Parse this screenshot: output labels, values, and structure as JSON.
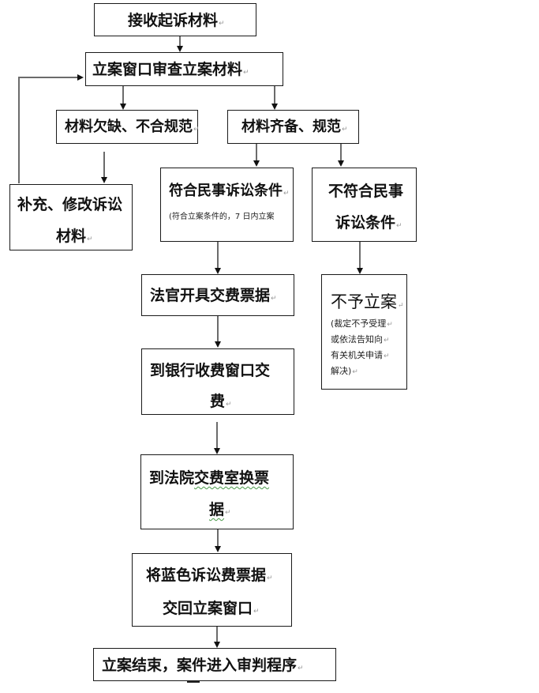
{
  "nodes": {
    "receive": {
      "text": "接收起诉材料"
    },
    "review": {
      "text": "立案窗口审查立案材料"
    },
    "incomplete": {
      "text": "材料欠缺、不合规范"
    },
    "complete": {
      "text": "材料齐备、规范"
    },
    "supplement": {
      "line1": "补充、修改诉讼",
      "line2": "材料"
    },
    "eligible": {
      "text": "符合民事诉讼条件",
      "note": "(符合立案条件的，7 日内立案"
    },
    "ineligible": {
      "line1": "不符合民事",
      "line2": "诉讼条件"
    },
    "reject": {
      "text": "不予立案",
      "note_lines": [
        "(裁定不予受理",
        "或依法告知向",
        "有关机关申请",
        "解决)"
      ]
    },
    "judge_invoice": {
      "text": "法官开具交费票据"
    },
    "bank_pay": {
      "line1": "到银行收费窗口交",
      "line2": "费"
    },
    "exchange": {
      "line1_a": "到法院",
      "line1_b": "交费室换票",
      "line2": "据"
    },
    "return_blue": {
      "line1": "将蓝色诉讼费票据",
      "line2": "交回立案窗口"
    },
    "end": {
      "text": "立案结束，案件进入审判程序"
    }
  },
  "paragraph_mark": "↵"
}
